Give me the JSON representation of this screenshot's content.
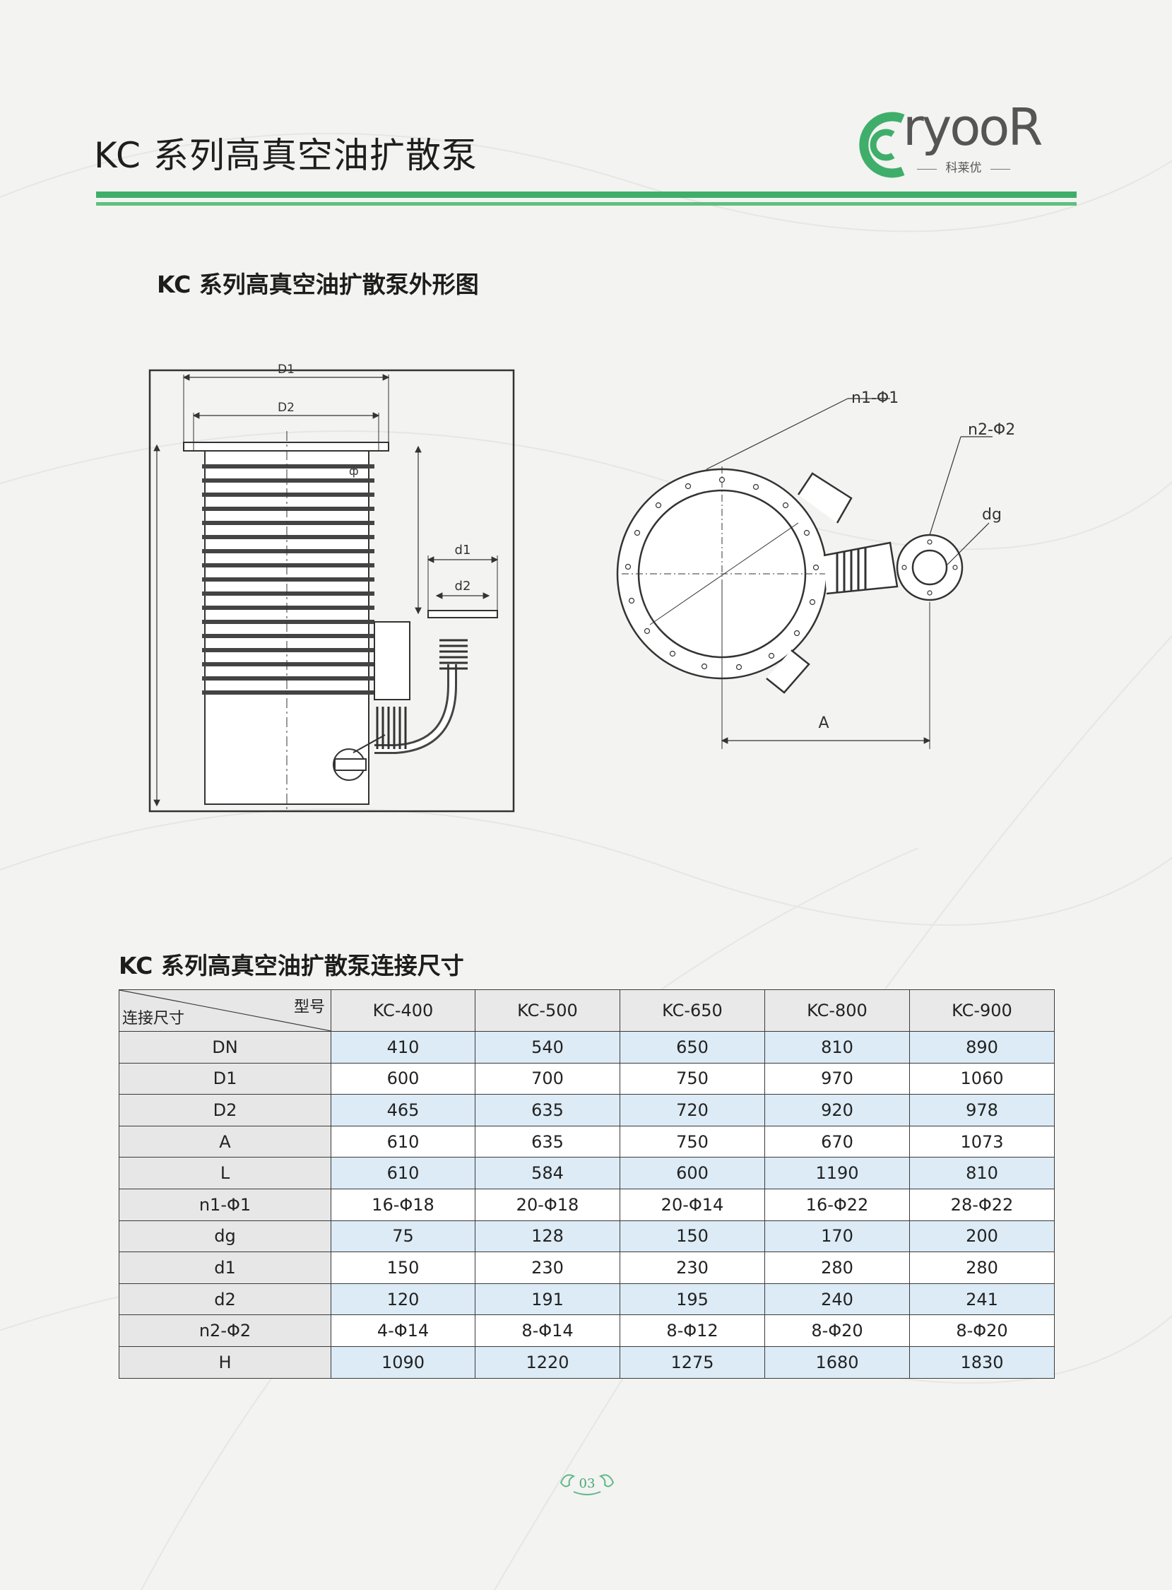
{
  "header": {
    "title": "KC 系列高真空油扩散泵",
    "logo_word": "ryooR",
    "logo_sub": "科莱优"
  },
  "section_drawing": {
    "title": "KC 系列高真空油扩散泵外形图"
  },
  "drawing_labels": {
    "d1_outer": "D1",
    "d2_outer": "D2",
    "h_symbol": "ф",
    "d1_small": "d1",
    "d2_small": "d2",
    "n1": "n1-Φ1",
    "n2": "n2-Φ2",
    "dg": "dg",
    "a": "A"
  },
  "section_table": {
    "title": "KC 系列高真空油扩散泵连接尺寸"
  },
  "table": {
    "corner_top": "型号",
    "corner_bottom": "连接尺寸",
    "models": [
      "KC-400",
      "KC-500",
      "KC-650",
      "KC-800",
      "KC-900"
    ],
    "rows": [
      {
        "name": "DN",
        "values": [
          "410",
          "540",
          "650",
          "810",
          "890"
        ]
      },
      {
        "name": "D1",
        "values": [
          "600",
          "700",
          "750",
          "970",
          "1060"
        ]
      },
      {
        "name": "D2",
        "values": [
          "465",
          "635",
          "720",
          "920",
          "978"
        ]
      },
      {
        "name": "A",
        "values": [
          "610",
          "635",
          "750",
          "670",
          "1073"
        ]
      },
      {
        "name": "L",
        "values": [
          "610",
          "584",
          "600",
          "1190",
          "810"
        ]
      },
      {
        "name": "n1-Φ1",
        "values": [
          "16-Φ18",
          "20-Φ18",
          "20-Φ14",
          "16-Φ22",
          "28-Φ22"
        ]
      },
      {
        "name": "dg",
        "values": [
          "75",
          "128",
          "150",
          "170",
          "200"
        ]
      },
      {
        "name": "d1",
        "values": [
          "150",
          "230",
          "230",
          "280",
          "280"
        ]
      },
      {
        "name": "d2",
        "values": [
          "120",
          "191",
          "195",
          "240",
          "241"
        ]
      },
      {
        "name": "n2-Φ2",
        "values": [
          "4-Φ14",
          "8-Φ14",
          "8-Φ12",
          "8-Φ20",
          "8-Φ20"
        ]
      },
      {
        "name": "H",
        "values": [
          "1090",
          "1220",
          "1275",
          "1680",
          "1830"
        ]
      }
    ]
  },
  "footer": {
    "page_number": "03"
  },
  "colors": {
    "accent_green": "#3fae6a",
    "table_blue": "#dcebf5",
    "table_grey": "#e7e7e7"
  }
}
